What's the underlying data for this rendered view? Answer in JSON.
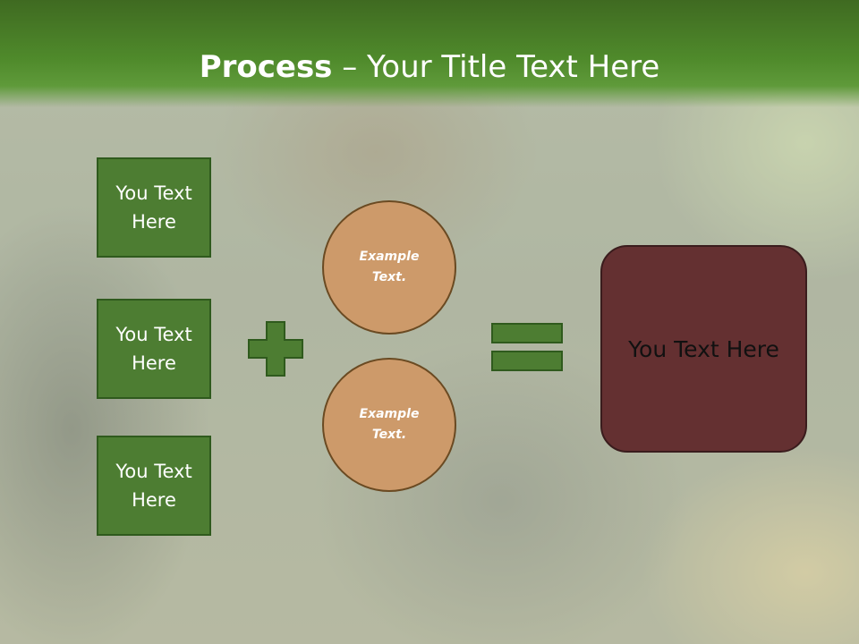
{
  "slide": {
    "title_bold": "Process",
    "title_rest": " – Your Title Text Here",
    "left_boxes": [
      {
        "label": "You Text Here"
      },
      {
        "label": "You Text Here"
      },
      {
        "label": "You Text Here"
      }
    ],
    "circles": [
      {
        "label": "Example Text."
      },
      {
        "label": "Example Text."
      }
    ],
    "operator_plus_icon": "plus-icon",
    "operator_equals_icon": "equals-icon",
    "result_label": "You Text Here"
  },
  "colors": {
    "header_green": "#4f8a2b",
    "box_green": "#4d7d32",
    "circle_orange": "#cd9a6a",
    "result_maroon": "#643031"
  }
}
